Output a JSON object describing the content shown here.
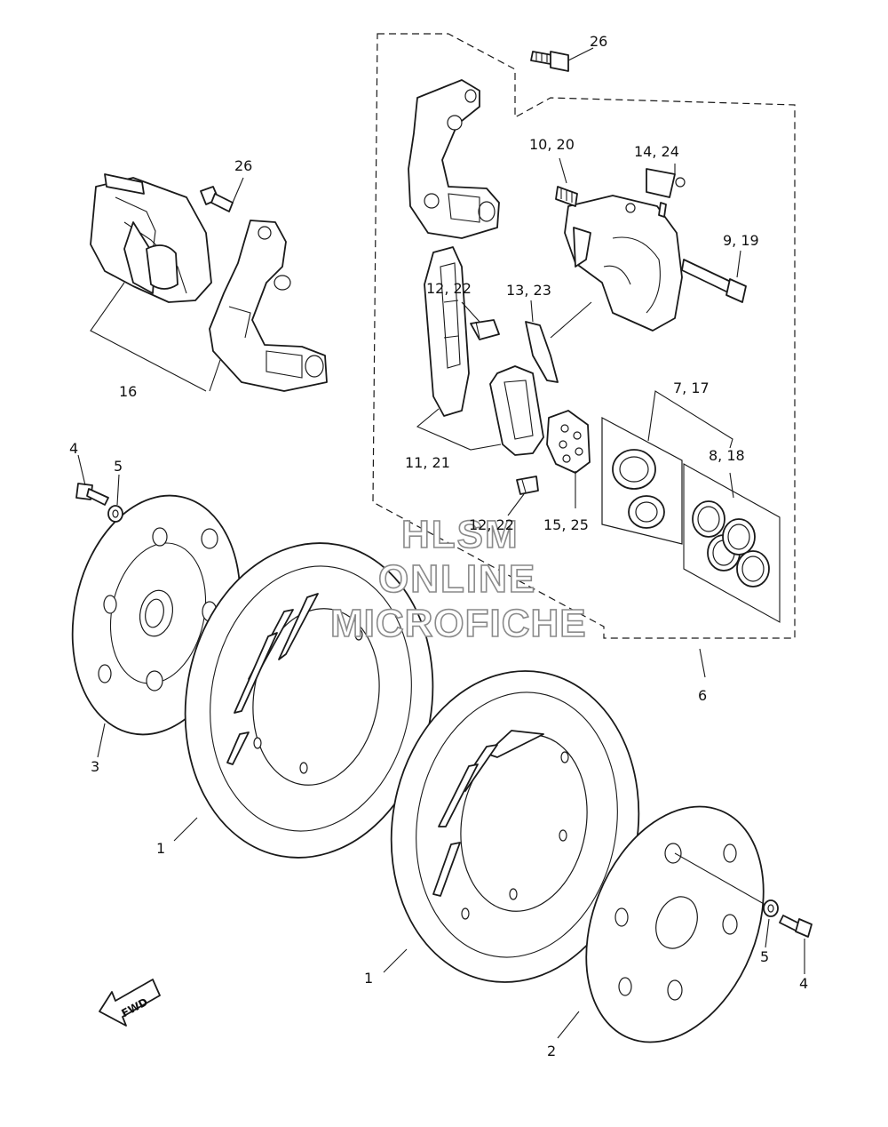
{
  "diagram": {
    "callouts": {
      "c26_top": "26",
      "c10_20": "10, 20",
      "c14_24": "14, 24",
      "c9_19": "9, 19",
      "c12_22_a": "12, 22",
      "c13_23": "13, 23",
      "c7_17": "7, 17",
      "c8_18": "8, 18",
      "c11_21": "11, 21",
      "c15_25": "15, 25",
      "c12_22_b": "12, 22",
      "c6": "6",
      "c26_left": "26",
      "c16": "16",
      "c4_top": "4",
      "c5_top": "5",
      "c3": "3",
      "c1_left": "1",
      "c1_right": "1",
      "c2": "2",
      "c5_bottom": "5",
      "c4_bottom": "4"
    },
    "fwd_badge": "FWD",
    "watermark": {
      "line1": "HLSM",
      "line2": "ONLINE",
      "line3": "MICROFICHE"
    }
  }
}
